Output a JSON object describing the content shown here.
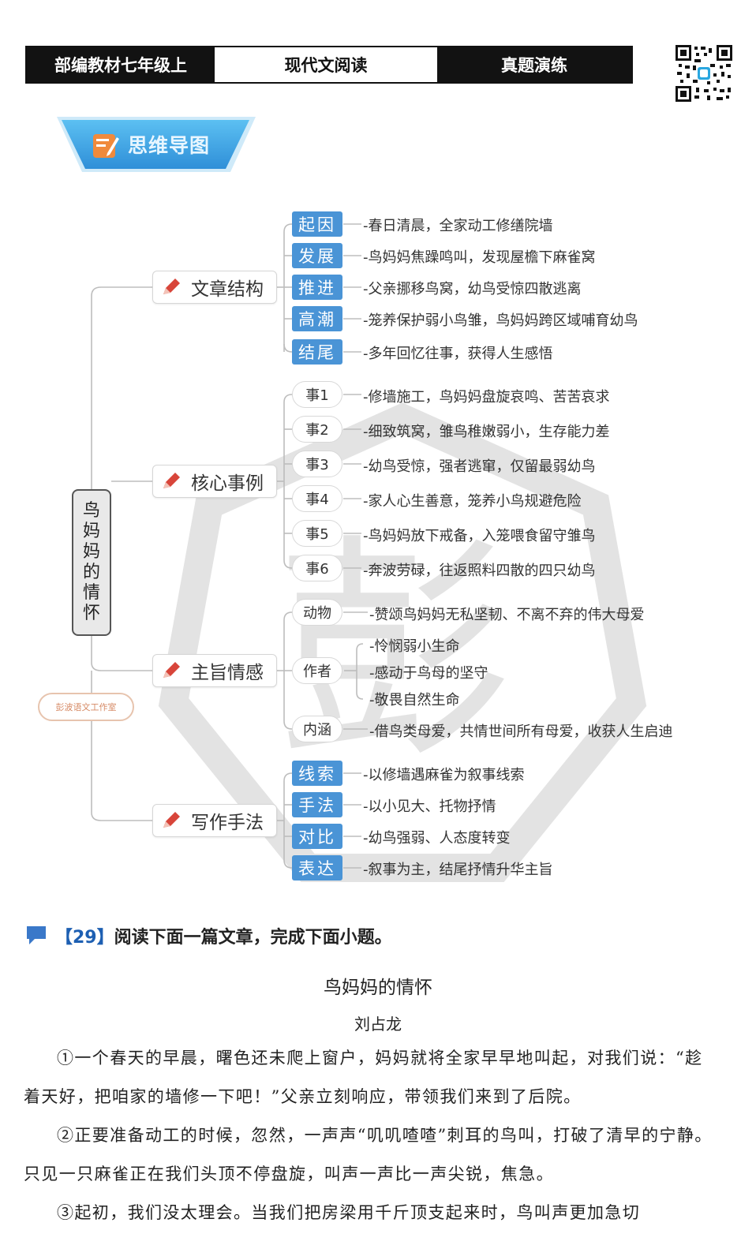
{
  "header": {
    "cell1": "部编教材七年级上",
    "cell2": "现代文阅读",
    "cell3": "真题演练"
  },
  "banner": {
    "label": "思维导图"
  },
  "mindmap": {
    "root": [
      "鸟",
      "妈",
      "妈",
      "的",
      "情",
      "怀"
    ],
    "stamp": "彭波语文工作室",
    "branches": [
      {
        "title": "文章结构",
        "children": [
          {
            "tag": "起因",
            "text": "-春日清晨，全家动工修缮院墙"
          },
          {
            "tag": "发展",
            "text": "-鸟妈妈焦躁鸣叫，发现屋檐下麻雀窝"
          },
          {
            "tag": "推进",
            "text": "-父亲挪移鸟窝，幼鸟受惊四散逃离"
          },
          {
            "tag": "高潮",
            "text": "-笼养保护弱小鸟雏，鸟妈妈跨区域哺育幼鸟"
          },
          {
            "tag": "结尾",
            "text": "-多年回忆往事，获得人生感悟"
          }
        ]
      },
      {
        "title": "核心事例",
        "children": [
          {
            "tag": "事1",
            "text": "-修墙施工，鸟妈妈盘旋哀鸣、苦苦哀求"
          },
          {
            "tag": "事2",
            "text": "-细致筑窝，雏鸟稚嫩弱小，生存能力差"
          },
          {
            "tag": "事3",
            "text": "-幼鸟受惊，强者逃窜，仅留最弱幼鸟"
          },
          {
            "tag": "事4",
            "text": "-家人心生善意，笼养小鸟规避危险"
          },
          {
            "tag": "事5",
            "text": "-鸟妈妈放下戒备，入笼喂食留守雏鸟"
          },
          {
            "tag": "事6",
            "text": "-奔波劳碌，往返照料四散的四只幼鸟"
          }
        ]
      },
      {
        "title": "主旨情感",
        "children": [
          {
            "tag": "动物",
            "lines": [
              "-赞颂鸟妈妈无私坚韧、不离不弃的伟大母爱"
            ]
          },
          {
            "tag": "作者",
            "lines": [
              "-怜悯弱小生命",
              "-感动于鸟母的坚守",
              "-敬畏自然生命"
            ]
          },
          {
            "tag": "内涵",
            "lines": [
              "-借鸟类母爱，共情世间所有母爱，收获人生启迪"
            ]
          }
        ]
      },
      {
        "title": "写作手法",
        "children": [
          {
            "tag": "线索",
            "text": "-以修墙遇麻雀为叙事线索"
          },
          {
            "tag": "手法",
            "text": "-以小见大、托物抒情"
          },
          {
            "tag": "对比",
            "text": "-幼鸟强弱、人态度转变"
          },
          {
            "tag": "表达",
            "text": "-叙事为主，结尾抒情升华主旨"
          }
        ]
      }
    ]
  },
  "question": {
    "number": "【29】",
    "prompt": "阅读下面一篇文章，完成下面小题。"
  },
  "article": {
    "title": "鸟妈妈的情怀",
    "author": "刘占龙",
    "paragraphs": [
      "①一个春天的早晨，曙色还未爬上窗户，妈妈就将全家早早地叫起，对我们说：“趁着天好，把咱家的墙修一下吧！”父亲立刻响应，带领我们来到了后院。",
      "②正要准备动工的时候，忽然，一声声“叽叽喳喳”刺耳的鸟叫，打破了清早的宁静。只见一只麻雀正在我们头顶不停盘旋，叫声一声比一声尖锐，焦急。",
      "③起初，我们没太理会。当我们把房梁用千斤顶支起来时，鸟叫声更加急切"
    ]
  },
  "colors": {
    "accent_blue": "#4a94d6",
    "banner_blue": "#3fa3e8",
    "header_dark": "#121212",
    "pen_red": "#d8453a"
  }
}
